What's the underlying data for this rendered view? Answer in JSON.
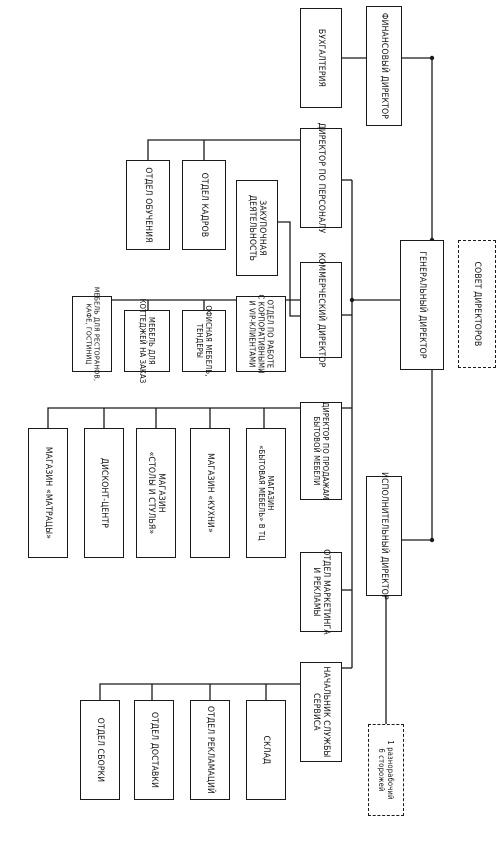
{
  "chart": {
    "nodes": {
      "board": "Совет директоров",
      "ceo": "Генеральный директор",
      "cfo": "Финансовый директор",
      "accounting": "Бухгалтерия",
      "hr_director": "Директор по персоналу",
      "training": "Отдел обучения",
      "personnel": "Отдел кадров",
      "procurement": "Закупочная\nдеятельность",
      "commercial": "Коммерческий директор",
      "corporate": "Отдел по работе\nс корпоративными\nи VIP-клиентами",
      "office": "Офисная мебель,\nтендеры",
      "cottage": "Мебель для\nкоттеджей на заказ",
      "horeca": "Мебель для ресторанов,\nкафе, гостиниц",
      "retail_director": "Директор по продажам\nбытовой мебели",
      "store_mall": "Магазин\n«Бытовая мебель» в ТЦ",
      "store_kitchen": "Магазин «Кухни»",
      "store_tables": "Магазин\n«Столы и стулья»",
      "discount": "Дисконт-центр",
      "store_mattress": "Магазин «Матрацы»",
      "exec_director": "Исполнительный директор",
      "marketing": "Отдел маркетинга\nи рекламы",
      "service_head": "Начальник службы\nсервиса",
      "warehouse": "Склад",
      "complaints": "Отдел рекламаций",
      "delivery": "Отдел доставки",
      "assembly": "Отдел сборки",
      "security": "1 разнорабочий\n6 сторожей"
    }
  }
}
